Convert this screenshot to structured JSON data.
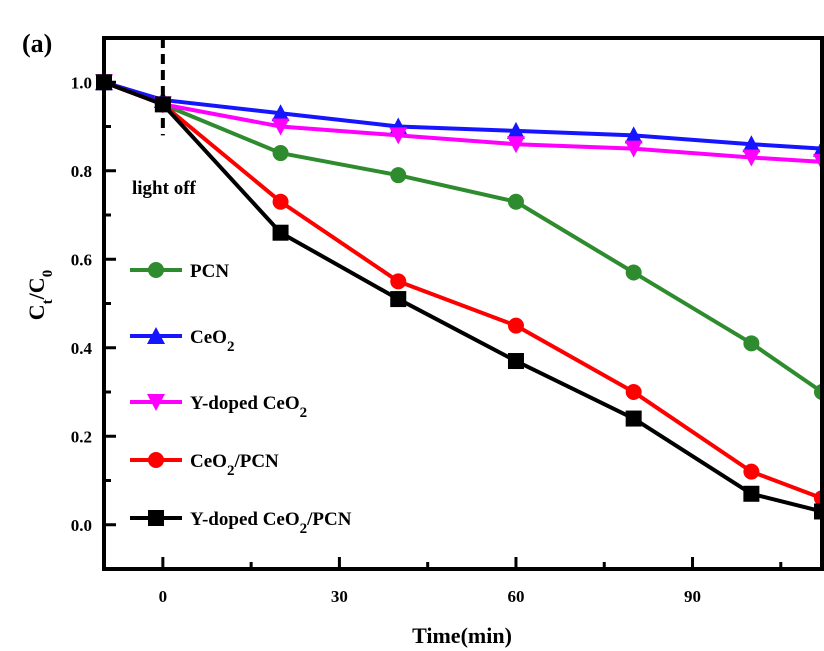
{
  "chart_data": {
    "type": "line",
    "panel_label": "(a)",
    "title": "",
    "xlabel": "Time(min)",
    "ylabel": "Ct/C0",
    "xlim": [
      -10,
      112
    ],
    "ylim": [
      -0.1,
      1.1
    ],
    "xticks": [
      0,
      30,
      60,
      90
    ],
    "xtick_labels": [
      "0",
      "30",
      "60",
      "90"
    ],
    "yticks": [
      0.0,
      0.2,
      0.4,
      0.6,
      0.8,
      1.0
    ],
    "ytick_labels": [
      "0.0",
      "0.2",
      "0.4",
      "0.6",
      "0.8",
      "1.0"
    ],
    "grid": false,
    "legend_position": "left",
    "annotation": {
      "text": "light off",
      "x": 0
    },
    "x": [
      -10,
      0,
      20,
      40,
      60,
      80,
      100,
      112
    ],
    "series": [
      {
        "name": "PCN",
        "color": "#2e8b2e",
        "marker": "circle",
        "values": [
          1.0,
          0.95,
          0.84,
          0.79,
          0.73,
          0.57,
          0.41,
          0.3
        ]
      },
      {
        "name": "CeO2",
        "color": "#1515ff",
        "marker": "triangle",
        "values": [
          1.0,
          0.96,
          0.93,
          0.9,
          0.89,
          0.88,
          0.86,
          0.85
        ]
      },
      {
        "name": "Y-doped CeO2",
        "color": "#ff00ff",
        "marker": "triangle-down",
        "values": [
          1.0,
          0.95,
          0.9,
          0.88,
          0.86,
          0.85,
          0.83,
          0.82
        ]
      },
      {
        "name": "CeO2/PCN",
        "color": "#ff0000",
        "marker": "circle",
        "values": [
          1.0,
          0.95,
          0.73,
          0.55,
          0.45,
          0.3,
          0.12,
          0.06
        ]
      },
      {
        "name": "Y-doped CeO2/PCN",
        "color": "#000000",
        "marker": "square",
        "values": [
          1.0,
          0.95,
          0.66,
          0.51,
          0.37,
          0.24,
          0.07,
          0.03
        ]
      }
    ]
  }
}
